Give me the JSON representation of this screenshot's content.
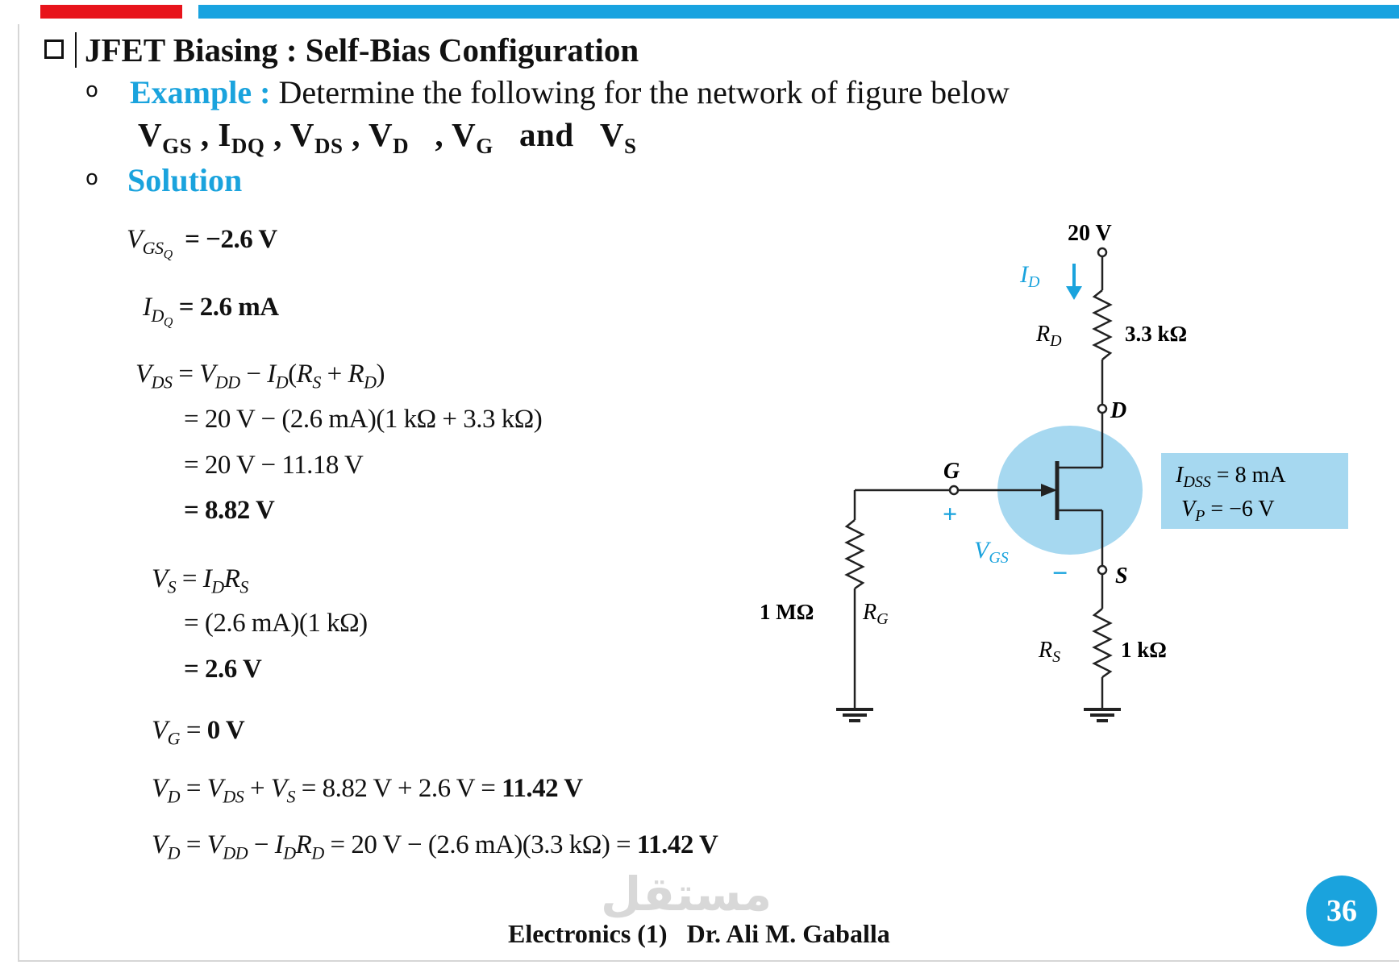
{
  "header": {
    "title": "JFET Biasing : Self-Bias  Configuration",
    "example_label": "Example :",
    "example_text": " Determine the following for the network of figure below",
    "variables": "V_GS , I_DQ , V_DS , V_D  , V_G  and  V_S",
    "solution_label": "Solution"
  },
  "equations": {
    "vgsq": "= −2.6 V",
    "idq": "= 2.6 mA",
    "vds_1": "V_DS = V_DD − I_D(R_S + R_D)",
    "vds_2": "= 20 V − (2.6 mA)(1 kΩ + 3.3 kΩ)",
    "vds_3": "= 20 V − 11.18 V",
    "vds_4": "= 8.82 V",
    "vs_1": "V_S = I_DR_S",
    "vs_2": "= (2.6 mA)(1 kΩ)",
    "vs_3": "= 2.6 V",
    "vg": "V_G = 0 V",
    "vd_1": "V_D = V_DS + V_S = 8.82 V + 2.6 V = 11.42 V",
    "vd_2": "V_D = V_DD − I_DR_D = 20 V − (2.6 mA)(3.3 kΩ) = 11.42 V"
  },
  "circuit": {
    "supply": "20 V",
    "id_label": "I_D",
    "rd_label": "R_D",
    "rd_value": "3.3 kΩ",
    "d_label": "D",
    "g_label": "G",
    "s_label": "S",
    "plus": "+",
    "minus": "−",
    "vgs_label": "V_GS",
    "rg_label": "R_G",
    "rg_value": "1 MΩ",
    "rs_label": "R_S",
    "rs_value": "1 kΩ",
    "params_line1": "I_DSS = 8 mA",
    "params_line2": "V_P = −6 V"
  },
  "footer": {
    "course": "Electronics  (1)",
    "author": "Dr. Ali M. Gaballa",
    "page_number": "36",
    "watermark": "مستقل"
  },
  "colors": {
    "accent_red": "#e8141b",
    "accent_blue": "#19a3e0",
    "jfet_fill": "#a6d8f0",
    "param_box": "#a6d8f0"
  }
}
